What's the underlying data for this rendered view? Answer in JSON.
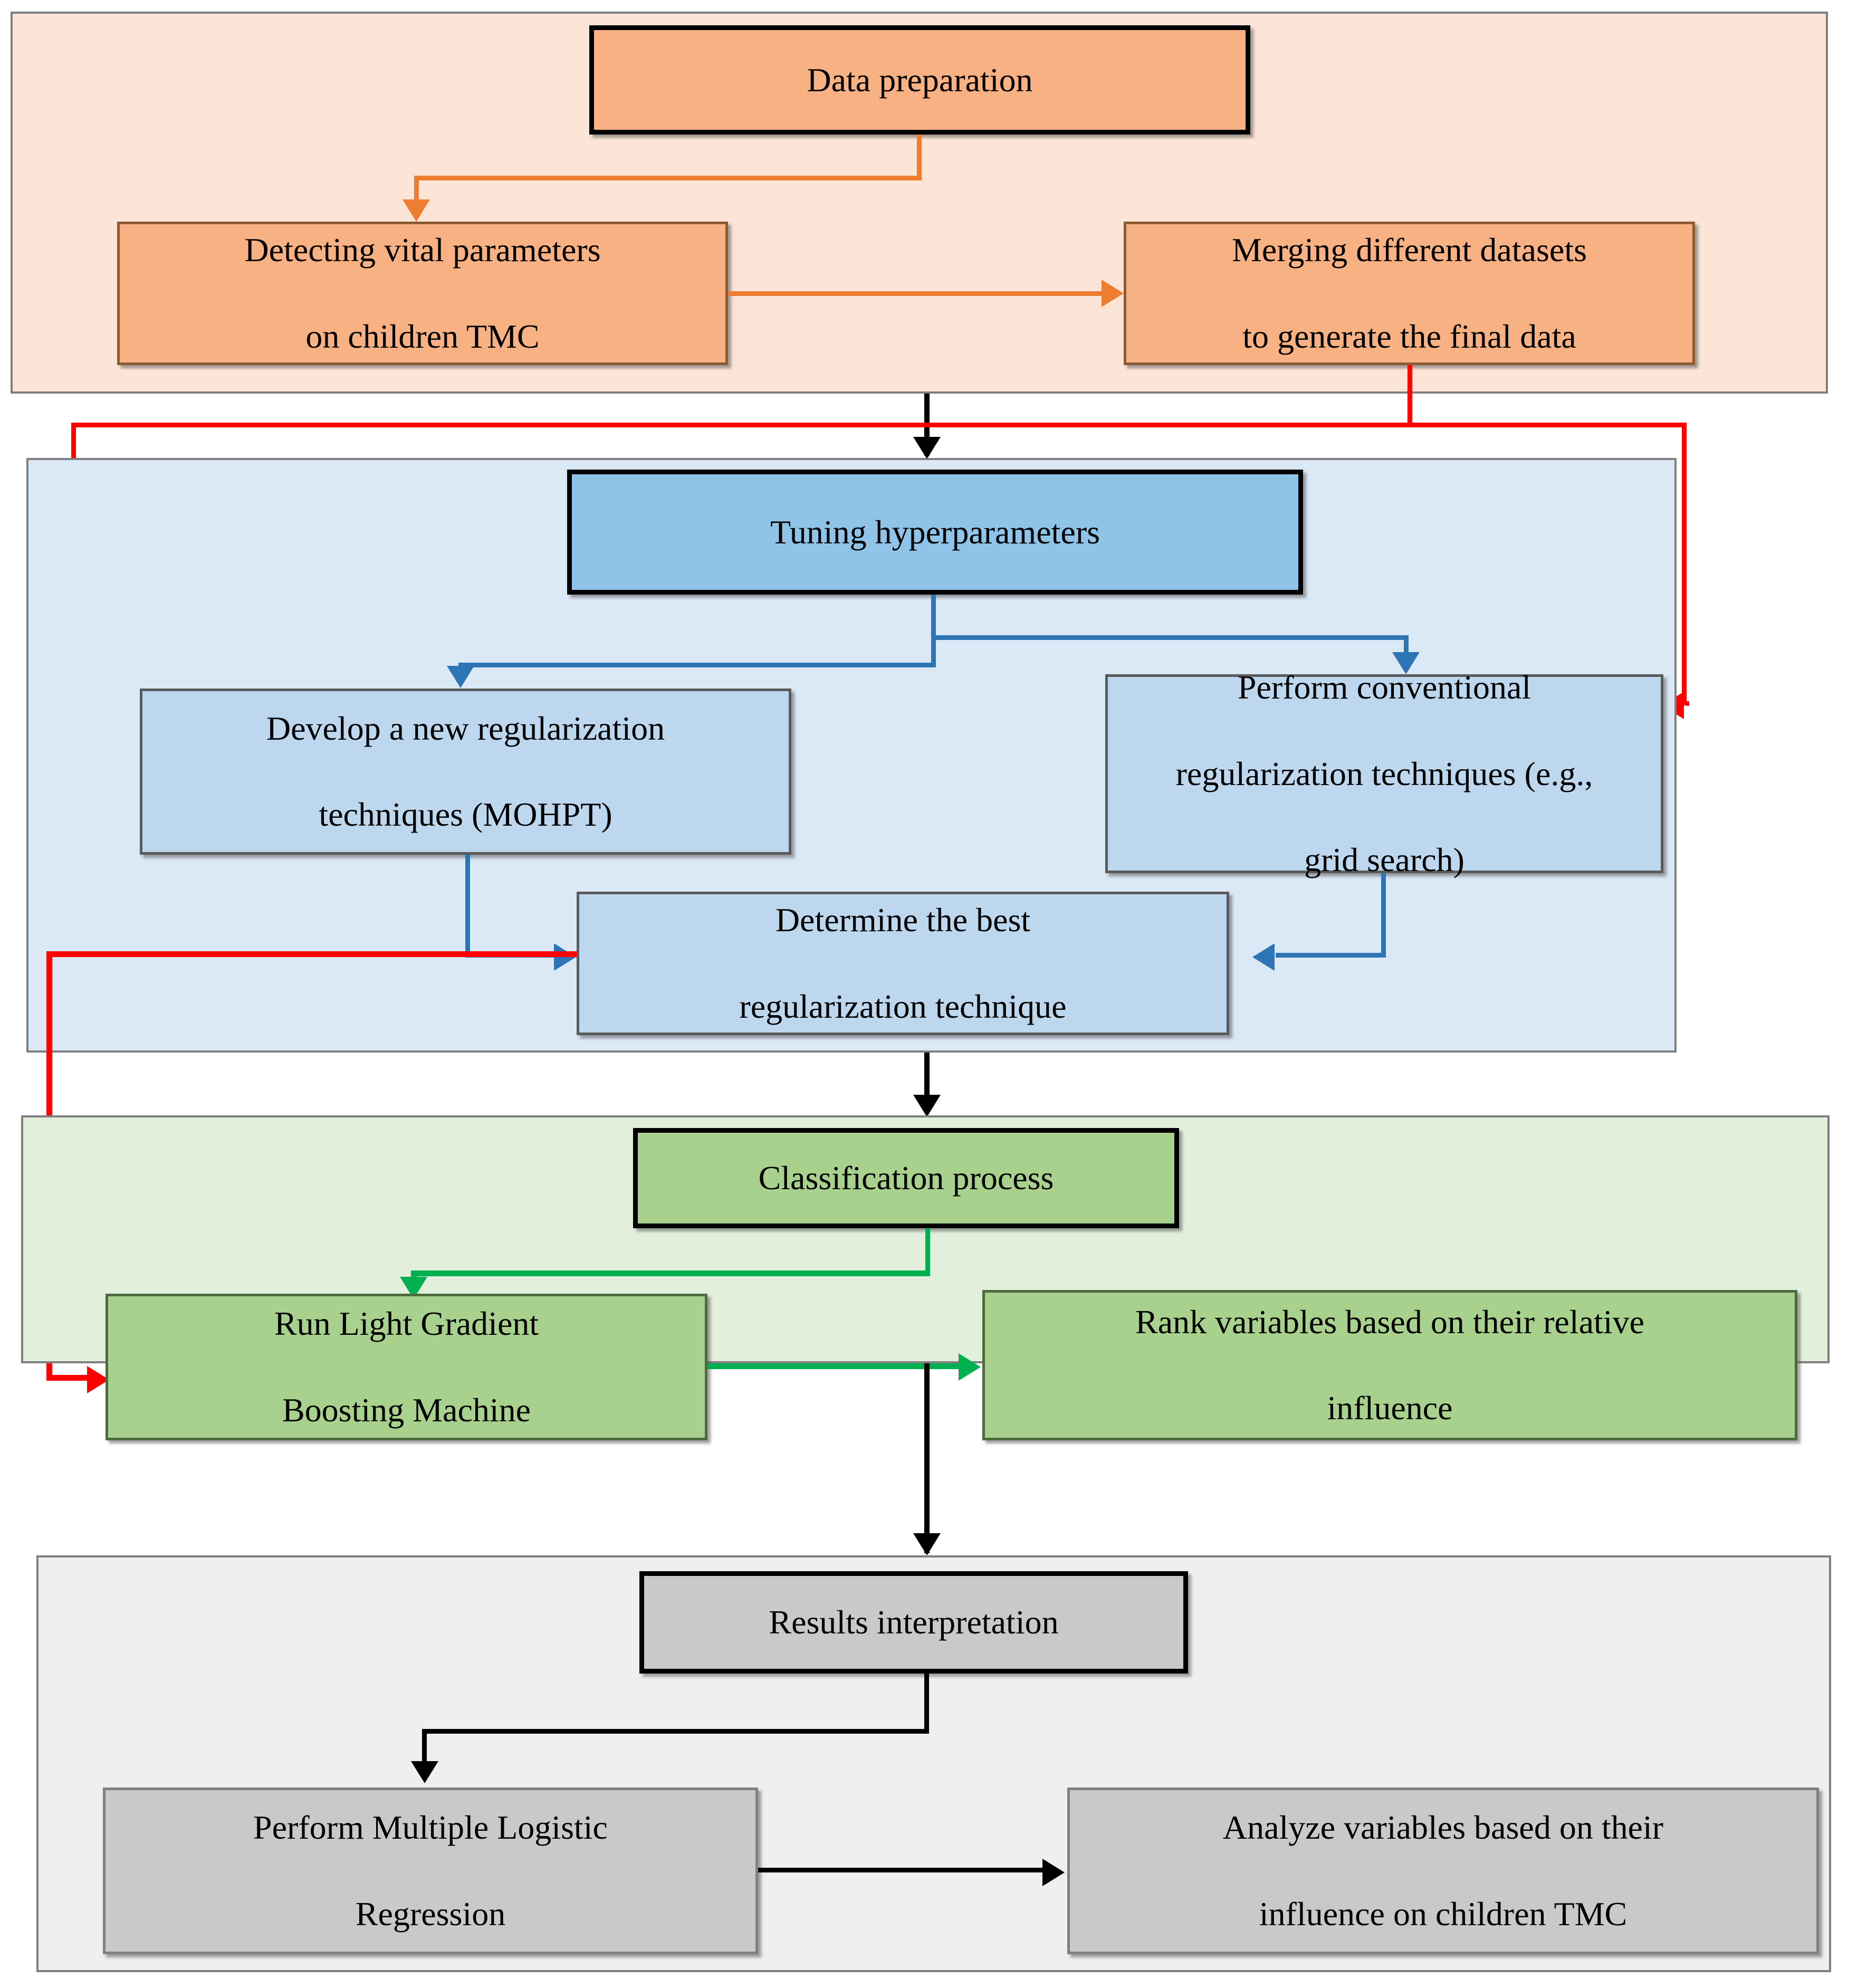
{
  "diagram": {
    "title": "Children TMC machine-learning workflow flowchart",
    "stages": [
      {
        "id": "data-preparation",
        "accent": "#ed7d31",
        "panel_fill": "#fce5d6",
        "node_fill": "#f8b183",
        "head": "Data preparation",
        "children": [
          "Detecting vital parameters on children TMC",
          "Merging different datasets to generate the final data"
        ]
      },
      {
        "id": "tuning-hyperparameters",
        "accent": "#2e75b6",
        "panel_fill": "#dbe8f5",
        "node_fill": "#bdd7ee",
        "head": "Tuning hyperparameters",
        "children": [
          "Develop a new regularization techniques (MOHPT)",
          "Perform conventional regularization techniques (e.g., grid search)",
          "Determine the best regularization technique"
        ]
      },
      {
        "id": "classification-process",
        "accent": "#00b050",
        "panel_fill": "#e2efdb",
        "node_fill": "#a9d18e",
        "head": "Classification process",
        "children": [
          "Run Light Gradient Boosting Machine",
          "Rank variables based on their relative influence"
        ]
      },
      {
        "id": "results-interpretation",
        "accent": "#000000",
        "panel_fill": "#efefef",
        "node_fill": "#c9c9c9",
        "head": "Results interpretation",
        "children": [
          "Perform Multiple Logistic Regression",
          "Analyze variables based on their influence on children TMC"
        ]
      }
    ],
    "nodes": {
      "data_preparation": "Data preparation",
      "detecting_vital_parameters": "Detecting vital parameters\non children TMC",
      "detecting_vital_parameters_l1": "Detecting vital parameters",
      "detecting_vital_parameters_l2": "on children TMC",
      "merging_datasets_l1": "Merging different datasets",
      "merging_datasets_l2": "to generate the final data",
      "tuning_hyperparameters": "Tuning hyperparameters",
      "develop_new_regularization_l1": "Develop a new regularization",
      "develop_new_regularization_l2": "techniques (MOHPT)",
      "perform_conventional_l1": "Perform conventional",
      "perform_conventional_l2": "regularization techniques (e.g.,",
      "perform_conventional_l3": "grid search)",
      "determine_best_l1": "Determine the best",
      "determine_best_l2": "regularization technique",
      "classification_process": "Classification process",
      "run_lgbm_l1": "Run Light Gradient",
      "run_lgbm_l2": "Boosting Machine",
      "rank_variables_l1": "Rank variables based on their relative",
      "rank_variables_l2": "influence",
      "results_interpretation": "Results interpretation",
      "perform_mlr_l1": "Perform Multiple Logistic",
      "perform_mlr_l2": "Regression",
      "analyze_variables_l1": "Analyze variables based on their",
      "analyze_variables_l2": "influence on children TMC"
    },
    "colors": {
      "orange_accent": "#ed7d31",
      "orange_panel": "#fce5d6",
      "orange_node": "#f8b183",
      "blue_accent": "#2e75b6",
      "blue_panel": "#dbe8f5",
      "blue_node": "#bdd7ee",
      "blue_head_node": "#8fc3e8",
      "green_accent": "#00b050",
      "green_panel": "#e2efdb",
      "green_node": "#a9d18e",
      "gray_accent": "#000000",
      "gray_panel": "#efefef",
      "gray_node": "#c9c9c9",
      "feedback_arrow": "#ff0000",
      "panel_border": "#7f7f7f"
    },
    "connectors": [
      {
        "from": "Data preparation",
        "to": "Detecting vital parameters on children TMC",
        "color": "#ed7d31"
      },
      {
        "from": "Detecting vital parameters on children TMC",
        "to": "Merging different datasets to generate the final data",
        "color": "#ed7d31"
      },
      {
        "from": "Data preparation stage",
        "to": "Tuning hyperparameters",
        "color": "#000000"
      },
      {
        "from": "Tuning hyperparameters",
        "to": "Develop a new regularization techniques (MOHPT)",
        "color": "#2e75b6"
      },
      {
        "from": "Tuning hyperparameters",
        "to": "Perform conventional regularization techniques (e.g., grid search)",
        "color": "#2e75b6"
      },
      {
        "from": "Develop a new regularization techniques (MOHPT)",
        "to": "Determine the best regularization technique",
        "color": "#2e75b6"
      },
      {
        "from": "Perform conventional regularization techniques (e.g., grid search)",
        "to": "Determine the best regularization technique",
        "color": "#2e75b6"
      },
      {
        "from": "Merging different datasets to generate the final data",
        "to": "Develop a new regularization techniques (MOHPT)",
        "color": "#ff0000"
      },
      {
        "from": "Merging different datasets to generate the final data",
        "to": "Perform conventional regularization techniques (e.g., grid search)",
        "color": "#ff0000"
      },
      {
        "from": "Determine the best regularization technique",
        "to": "Run Light Gradient Boosting Machine",
        "color": "#ff0000"
      },
      {
        "from": "Tuning hyperparameters stage",
        "to": "Classification process",
        "color": "#000000"
      },
      {
        "from": "Classification process",
        "to": "Run Light Gradient Boosting Machine",
        "color": "#00b050"
      },
      {
        "from": "Run Light Gradient Boosting Machine",
        "to": "Rank variables based on their relative influence",
        "color": "#00b050"
      },
      {
        "from": "Classification process stage",
        "to": "Results interpretation",
        "color": "#000000"
      },
      {
        "from": "Results interpretation",
        "to": "Perform Multiple Logistic Regression",
        "color": "#000000"
      },
      {
        "from": "Perform Multiple Logistic Regression",
        "to": "Analyze variables based on their influence on children TMC",
        "color": "#000000"
      }
    ]
  }
}
